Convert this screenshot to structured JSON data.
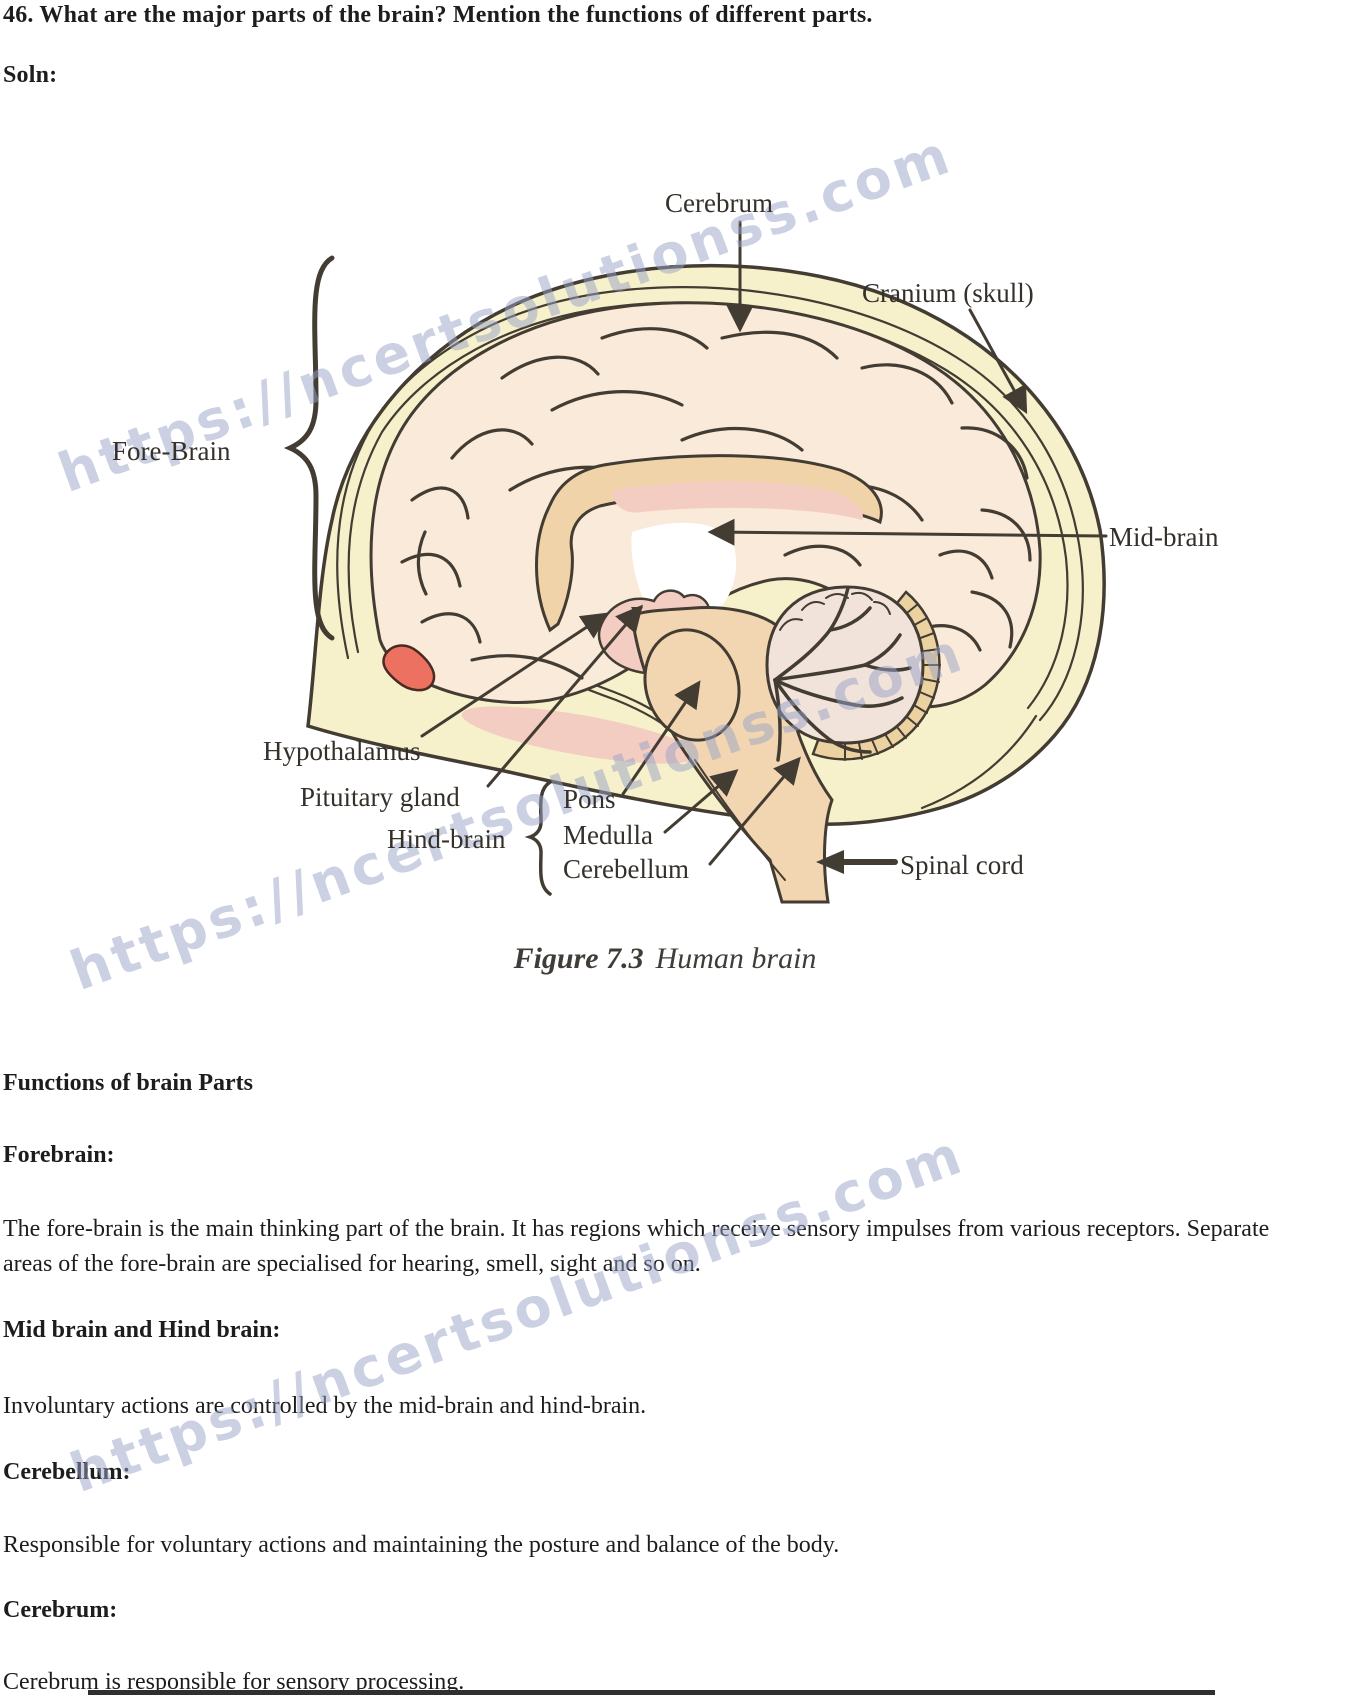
{
  "question": "46. What are the major parts of the brain? Mention the functions of different parts.",
  "soln_label": "Soln:",
  "watermark_text": "https://ncertsolutionss.com",
  "figure": {
    "caption_label": "Figure 7.3",
    "caption_title": "Human brain",
    "labels": {
      "cerebrum": "Cerebrum",
      "cranium": "Cranium (skull)",
      "fore_brain": "Fore-Brain",
      "mid_brain": "Mid-brain",
      "hypothalamus": "Hypothalamus",
      "pituitary_gland": "Pituitary gland",
      "hind_brain": "Hind-brain",
      "pons": "Pons",
      "medulla": "Medulla",
      "cerebellum": "Cerebellum",
      "spinal_cord": "Spinal cord"
    },
    "colors": {
      "outline": "#433c33",
      "skull_fill": "#f6f1cb",
      "brain_fill": "#f9ead9",
      "band_tan": "#f0d3a8",
      "stem_tan": "#f2d6b2",
      "pink": "#f3cdc2",
      "salmon": "#ed7160",
      "cerebellum_fill": "#f1e3da",
      "ruffle_fill": "#ecd2a0",
      "watermark": "#9aa2c6"
    }
  },
  "sections": [
    {
      "heading": "Functions of brain Parts",
      "body": ""
    },
    {
      "heading": "Forebrain:",
      "body": "The fore-brain is the main thinking part of the brain. It has regions which receive sensory impulses from various receptors. Separate areas of the fore-brain are specialised for hearing, smell, sight and so on."
    },
    {
      "heading": "Mid brain and Hind brain:",
      "body": "Involuntary actions are controlled by the mid-brain and hind-brain."
    },
    {
      "heading": "Cerebellum:",
      "body": "Responsible for voluntary actions and maintaining the posture and balance of the body."
    },
    {
      "heading": "Cerebrum:",
      "body": "Cerebrum is responsible for sensory processing."
    }
  ]
}
